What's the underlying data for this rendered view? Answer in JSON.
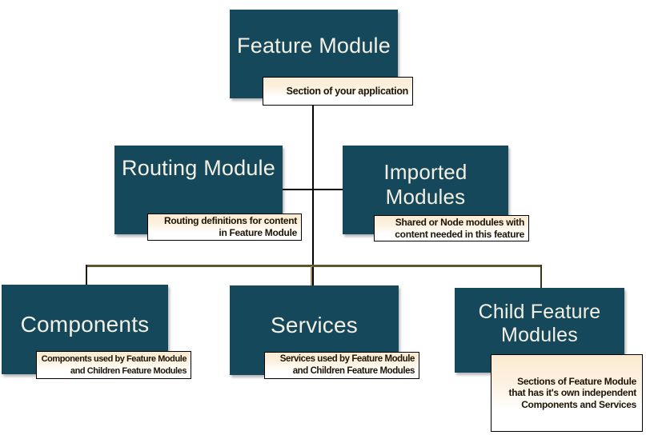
{
  "diagram": {
    "nodes": {
      "feature": {
        "title": "Feature Module",
        "note": "Section of your application"
      },
      "routing": {
        "title": "Routing Module",
        "note": "Routing definitions for content\nin Feature Module"
      },
      "imported": {
        "title": "Imported\nModules",
        "note": "Shared or Node modules with\ncontent needed in this feature"
      },
      "components": {
        "title": "Components",
        "note": "Components used by Feature Module\nand Children Feature Modules"
      },
      "services": {
        "title": "Services",
        "note": "Services used by Feature Module\nand Children Feature Modules"
      },
      "child": {
        "title": "Child Feature\nModules",
        "note": "Sections of Feature Module\nthat has it's own independent\nComponents and Services"
      }
    },
    "colors": {
      "box_fill": "#14485A",
      "box_title_text": "#F4F0E3",
      "note_background_top": "#FBEAD1",
      "note_background_bottom": "#FFFFFF",
      "note_border": "#000000",
      "note_text": "#1E1404",
      "connector_black": "#000000",
      "connector_olive": "#60552E"
    }
  }
}
